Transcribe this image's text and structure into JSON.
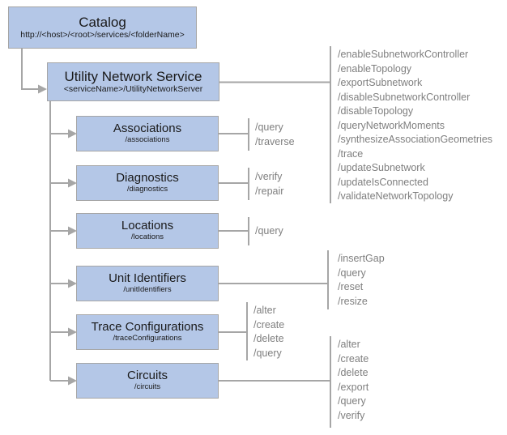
{
  "palette": {
    "box_fill": "#b4c7e7",
    "box_border": "#a6a6a6",
    "connector_line": "#a6a6a6",
    "title_text": "#1a1a1a",
    "operation_text": "#7f7f7f",
    "background": "#ffffff"
  },
  "nodes": {
    "catalog": {
      "title": "Catalog",
      "subtitle": "http://<host>/<root>/services/<folderName>"
    },
    "service": {
      "title": "Utility Network Service",
      "subtitle": "<serviceName>/UtilityNetworkServer"
    },
    "children": [
      {
        "title": "Associations",
        "subtitle": "/associations"
      },
      {
        "title": "Diagnostics",
        "subtitle": "/diagnostics"
      },
      {
        "title": "Locations",
        "subtitle": "/locations"
      },
      {
        "title": "Unit Identifiers",
        "subtitle": "/unitIdentifiers"
      },
      {
        "title": "Trace Configurations",
        "subtitle": "/traceConfigurations"
      },
      {
        "title": "Circuits",
        "subtitle": "/circuits"
      }
    ]
  },
  "operations": {
    "service": [
      "/enableSubnetworkController",
      "/enableTopology",
      "/exportSubnetwork",
      "/disableSubnetworkController",
      "/disableTopology",
      "/queryNetworkMoments",
      "/synthesizeAssociationGeometries",
      "/trace",
      "/updateSubnetwork",
      "/updateIsConnected",
      "/validateNetworkTopology"
    ],
    "associations": [
      "/query",
      "/traverse"
    ],
    "diagnostics": [
      "/verify",
      "/repair"
    ],
    "locations": [
      "/query"
    ],
    "unit_identifiers": [
      "/insertGap",
      "/query",
      "/reset",
      "/resize"
    ],
    "trace_configurations": [
      "/alter",
      "/create",
      "/delete",
      "/query"
    ],
    "circuits": [
      "/alter",
      "/create",
      "/delete",
      "/export",
      "/query",
      "/verify"
    ]
  }
}
